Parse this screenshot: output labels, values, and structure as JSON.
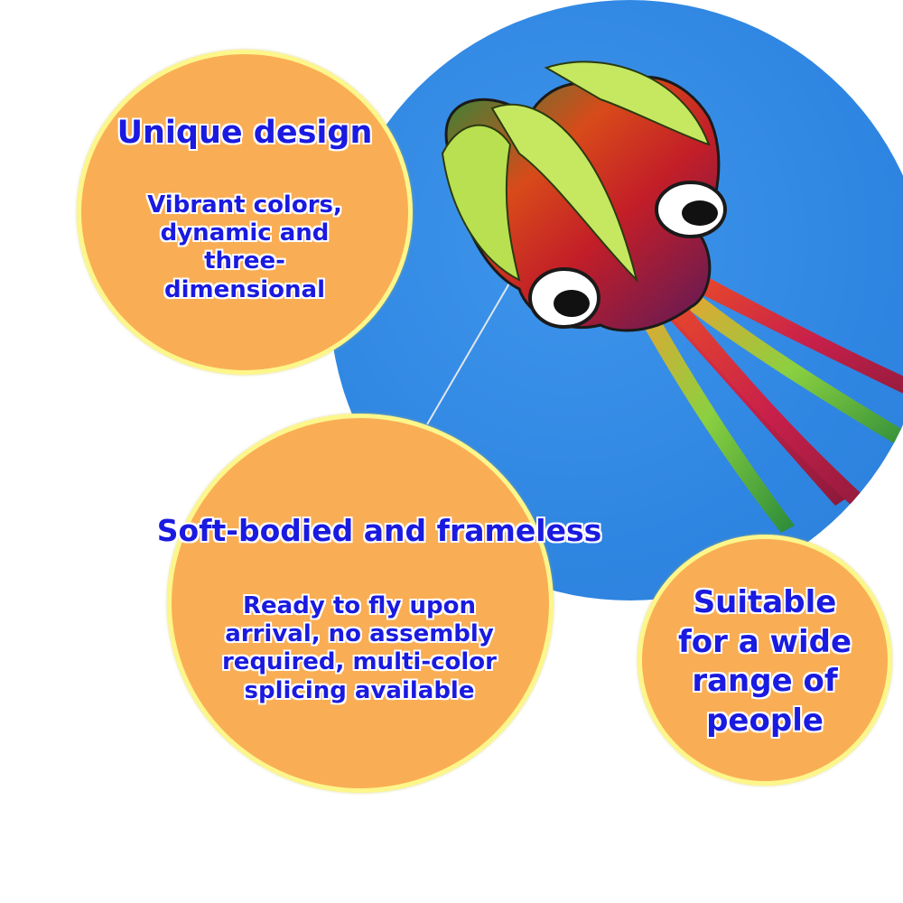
{
  "feature1": {
    "title": "Unique design",
    "description": "Vibrant colors, dynamic and three-dimensional"
  },
  "feature2": {
    "title": "Soft-bodied and frameless",
    "description": "Ready to fly upon arrival, no assembly required, multi-color splicing available"
  },
  "feature3": {
    "title": "Suitable for a wide range of people"
  },
  "colors": {
    "bubble_fill": "#f9ae55",
    "bubble_border": "#fdf68a",
    "text": "#1a1ae0",
    "sky": "#2f86e2"
  }
}
